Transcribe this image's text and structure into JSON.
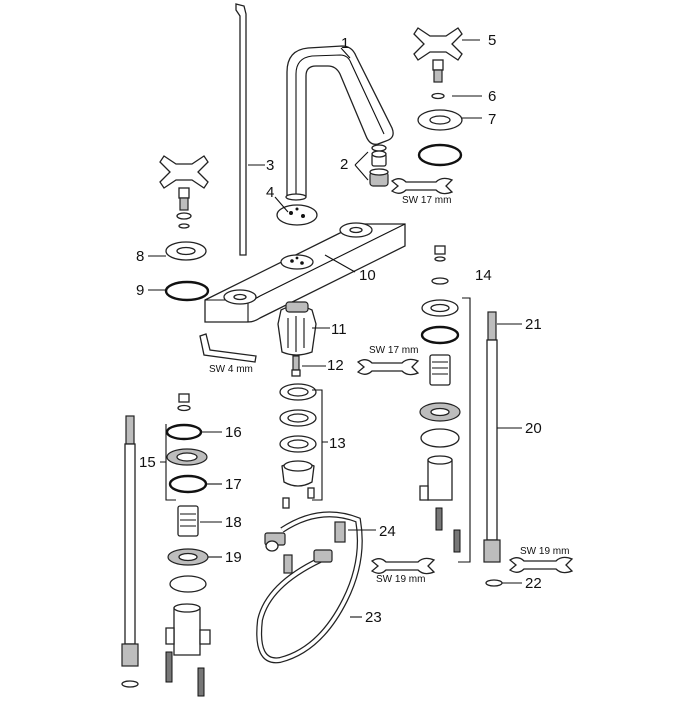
{
  "callouts": {
    "n1": "1",
    "n2": "2",
    "n3": "3",
    "n4": "4",
    "n5": "5",
    "n6": "6",
    "n7": "7",
    "n8": "8",
    "n9": "9",
    "n10": "10",
    "n11": "11",
    "n12": "12",
    "n13": "13",
    "n14": "14",
    "n15": "15",
    "n16": "16",
    "n17": "17",
    "n18": "18",
    "n19": "19",
    "n20": "20",
    "n21": "21",
    "n22": "22",
    "n23": "23",
    "n24": "24"
  },
  "tool_labels": {
    "sw17_top": "SW 17 mm",
    "sw4": "SW 4 mm",
    "sw17_mid": "SW 17 mm",
    "sw19_mid": "SW 19 mm",
    "sw19_right": "SW 19 mm"
  }
}
